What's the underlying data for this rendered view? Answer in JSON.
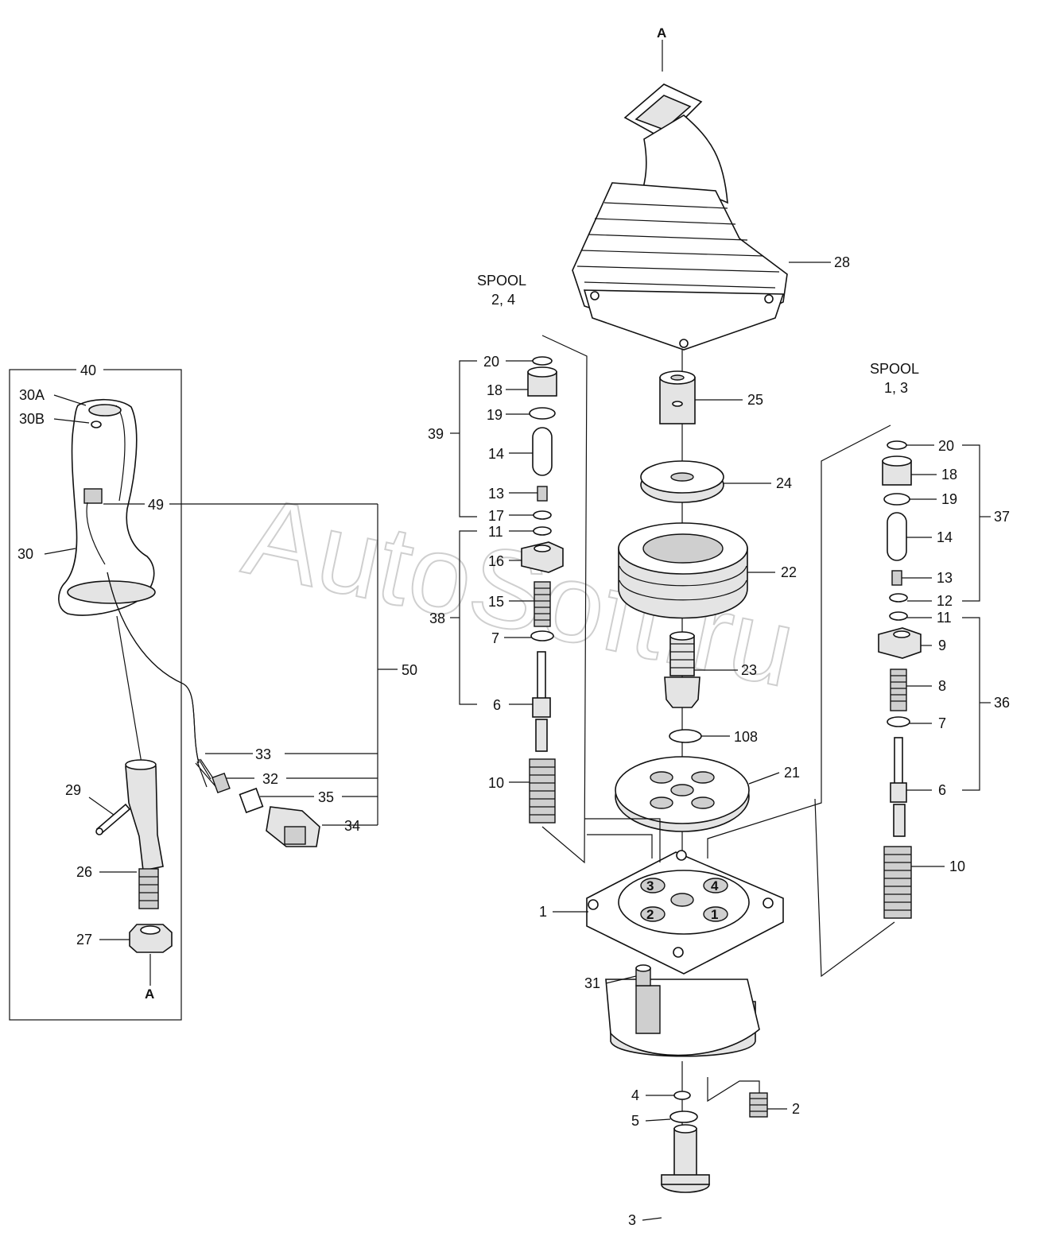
{
  "watermark": "AutoSoft.ru",
  "groups": {
    "spool_24": {
      "title": "SPOOL",
      "sub": "2, 4"
    },
    "spool_13": {
      "title": "SPOOL",
      "sub": "1, 3"
    }
  },
  "view_marker": {
    "top": "A",
    "bottom": "A"
  },
  "port_numbers": {
    "p1": "1",
    "p2": "2",
    "p3": "3",
    "p4": "4"
  },
  "parts": {
    "p1": "1",
    "p2": "2",
    "p3": "3",
    "p4": "4",
    "p5": "5",
    "p6a": "6",
    "p6b": "6",
    "p7a": "7",
    "p7b": "7",
    "p8": "8",
    "p9": "9",
    "p10a": "10",
    "p10b": "10",
    "p11a": "11",
    "p11b": "11",
    "p12": "12",
    "p13a": "13",
    "p13b": "13",
    "p14a": "14",
    "p14b": "14",
    "p15": "15",
    "p16": "16",
    "p17": "17",
    "p18a": "18",
    "p18b": "18",
    "p19a": "19",
    "p19b": "19",
    "p20a": "20",
    "p20b": "20",
    "p21": "21",
    "p22": "22",
    "p23": "23",
    "p24": "24",
    "p25": "25",
    "p26": "26",
    "p27": "27",
    "p28": "28",
    "p29": "29",
    "p30": "30",
    "p30a": "30A",
    "p30b": "30B",
    "p31": "31",
    "p32": "32",
    "p33": "33",
    "p34": "34",
    "p35": "35",
    "p36": "36",
    "p37": "37",
    "p38": "38",
    "p39": "39",
    "p40": "40",
    "p49": "49",
    "p50": "50",
    "p108": "108"
  }
}
